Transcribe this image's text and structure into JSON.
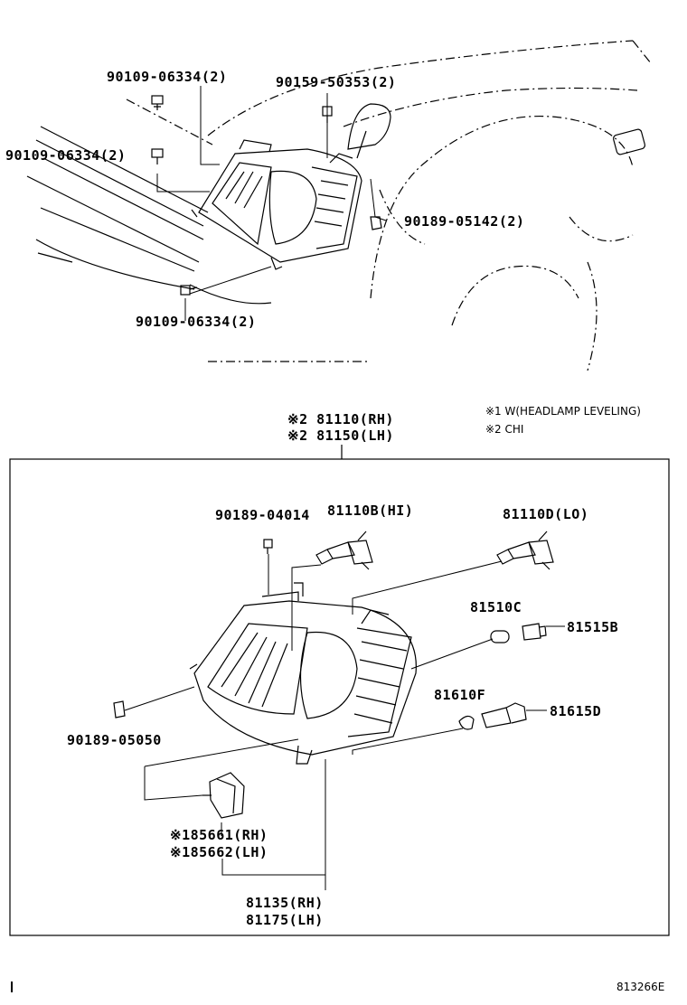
{
  "top": {
    "bolt_top": "90109-06334(2)",
    "bolt_left": "90109-06334(2)",
    "screw_top": "90159-50353(2)",
    "clip_right": "90189-05142(2)",
    "bolt_bottom": "90109-06334(2)"
  },
  "notes": {
    "note1": "※1 W(HEADLAMP LEVELING)",
    "note2": "※2 CHI"
  },
  "assembly": {
    "rh": "※2 81110(RH)",
    "lh": "※2 81150(LH)"
  },
  "parts": {
    "screw_small": "90189-04014",
    "bulb_hi": "81110B(HI)",
    "bulb_lo": "81110D(LO)",
    "bulb_81510c": "81510C",
    "socket_81515b": "81515B",
    "bulb_81610f": "81610F",
    "socket_81615d": "81615D",
    "clip_05050": "90189-05050",
    "actuator_rh": "※185661(RH)",
    "actuator_lh": "※185662(LH)",
    "housing_rh": "81135(RH)",
    "housing_lh": "81175(LH)"
  },
  "figure_id": "813266E"
}
